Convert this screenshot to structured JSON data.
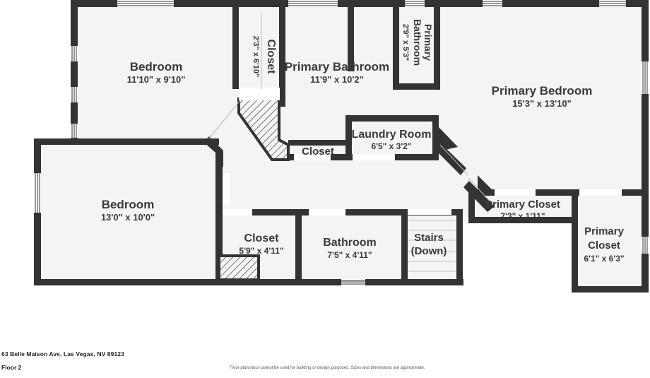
{
  "plan": {
    "title": "Floor 2",
    "address": "63 Belle Maison Ave, Las Vegas, NV 89123",
    "disclaimer": "Floor plans/tour cannot be used for building or design purposes. Sizes and dimensions are approximate.",
    "colors": {
      "wall": "#333333",
      "room_fill": "#f4f4f4",
      "text": "#3a3a3a",
      "background": "#ffffff",
      "stair_line": "#c9c9c9",
      "door_swing": "#bbbbbb"
    }
  },
  "rooms": [
    {
      "id": "bedroom-top",
      "name": "Bedroom",
      "dimensions": "11'10\" x 9'10\"",
      "rotated": false
    },
    {
      "id": "closet-top",
      "name": "Closet",
      "dimensions": "2'3\" x 6'10\"",
      "rotated": true
    },
    {
      "id": "primary-bathroom",
      "name": "Primary Bathroom",
      "dimensions": "11'9\" x 10'2\"",
      "rotated": false
    },
    {
      "id": "primary-bathroom-2",
      "name": "Primary Bathroom",
      "dimensions": "2'9\" x 5'3\"",
      "rotated": true
    },
    {
      "id": "primary-bedroom",
      "name": "Primary Bedroom",
      "dimensions": "15'3\" x 13'10\"",
      "rotated": false
    },
    {
      "id": "laundry-room",
      "name": "Laundry Room",
      "dimensions": "6'5\" x 3'2\"",
      "rotated": false
    },
    {
      "id": "closet-mid",
      "name": "Closet",
      "dimensions": "",
      "rotated": false
    },
    {
      "id": "bedroom-lower",
      "name": "Bedroom",
      "dimensions": "13'0\" x 10'0\"",
      "rotated": false
    },
    {
      "id": "closet-lower",
      "name": "Closet",
      "dimensions": "5'9\" x 4'11\"",
      "rotated": false
    },
    {
      "id": "bathroom",
      "name": "Bathroom",
      "dimensions": "7'5\" x 4'11\"",
      "rotated": false
    },
    {
      "id": "stairs",
      "name": "Stairs",
      "dimensions": "(Down)",
      "rotated": false
    },
    {
      "id": "primary-closet-1",
      "name": "Primary Closet",
      "dimensions": "7'3\" x 1'11\"",
      "rotated": false
    },
    {
      "id": "primary-closet-2",
      "name": "Primary Closet",
      "dimensions": "6'1\" x 6'3\"",
      "rotated": false
    }
  ],
  "labels": {
    "bedroom_top_name": "Bedroom",
    "bedroom_top_dim": "11'10\" x 9'10\"",
    "closet_top_name": "Closet",
    "closet_top_dim": "2'3\" x 6'10\"",
    "primary_bathroom_name": "Primary Bathroom",
    "primary_bathroom_dim": "11'9\" x 10'2\"",
    "primary_bathroom2_name_line1": "Primary",
    "primary_bathroom2_name_line2": "Bathroom",
    "primary_bathroom2_dim": "2'9\" x 5'3\"",
    "primary_bedroom_name": "Primary Bedroom",
    "primary_bedroom_dim": "15'3\" x 13'10\"",
    "laundry_room_name": "Laundry Room",
    "laundry_room_dim": "6'5\" x 3'2\"",
    "closet_mid_name": "Closet",
    "bedroom_lower_name": "Bedroom",
    "bedroom_lower_dim": "13'0\" x 10'0\"",
    "closet_lower_name": "Closet",
    "closet_lower_dim": "5'9\" x 4'11\"",
    "bathroom_name": "Bathroom",
    "bathroom_dim": "7'5\" x 4'11\"",
    "stairs_name": "Stairs",
    "stairs_dim": "(Down)",
    "primary_closet1_name": "Primary Closet",
    "primary_closet1_dim": "7'3\" x 1'11\"",
    "primary_closet2_name_line1": "Primary",
    "primary_closet2_name_line2": "Closet",
    "primary_closet2_dim": "6'1\" x 6'3\""
  },
  "footer": {
    "address": "63 Belle Maison Ave, Las Vegas, NV 89123",
    "floor": "Floor 2",
    "disclaimer": "Floor plans/tour cannot be used for building or design purposes. Sizes and dimensions are approximate."
  }
}
